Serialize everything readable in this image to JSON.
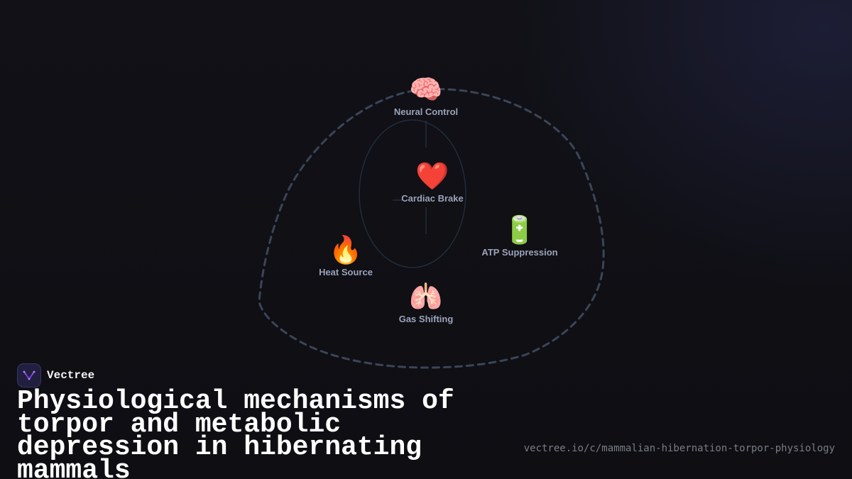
{
  "diagram": {
    "nodes": [
      {
        "id": "neural",
        "icon": "brain-icon",
        "glyph": "🧠",
        "label": "Neural Control"
      },
      {
        "id": "cardiac",
        "icon": "heart-icon",
        "glyph": "❤️",
        "label": "Cardiac Brake"
      },
      {
        "id": "atp",
        "icon": "battery-icon",
        "glyph": "🔋",
        "label": "ATP Suppression"
      },
      {
        "id": "heat",
        "icon": "fire-icon",
        "glyph": "🔥",
        "label": "Heat Source"
      },
      {
        "id": "gas",
        "icon": "lungs-icon",
        "glyph": "🫁",
        "label": "Gas Shifting"
      }
    ],
    "colors": {
      "outline": "#3a4558",
      "inner": "#222c3b",
      "label": "#9aa3b8"
    }
  },
  "brand": {
    "name": "Vectree",
    "logo_icon": "vectree-logo-icon",
    "logo_color": "#a855f7"
  },
  "title": "Physiological mechanisms of torpor and metabolic depression in hibernating mammals",
  "url": "vectree.io/c/mammalian-hibernation-torpor-physiology"
}
